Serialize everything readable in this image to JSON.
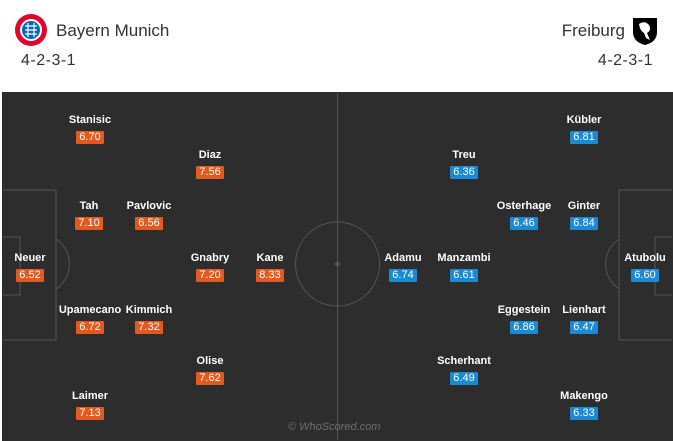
{
  "colors": {
    "home_rating": "#e35a1f",
    "away_rating": "#1a8ad4",
    "pitch": "#2d2d2d"
  },
  "home": {
    "name": "Bayern Munich",
    "formation": "4-2-3-1",
    "logo_icon": "bayern-munich-crest",
    "players": [
      {
        "name": "Neuer",
        "rating": "6.52"
      },
      {
        "name": "Stanisic",
        "rating": "6.70"
      },
      {
        "name": "Tah",
        "rating": "7.10"
      },
      {
        "name": "Upamecano",
        "rating": "6.72"
      },
      {
        "name": "Laimer",
        "rating": "7.13"
      },
      {
        "name": "Pavlovic",
        "rating": "6.56"
      },
      {
        "name": "Kimmich",
        "rating": "7.32"
      },
      {
        "name": "Diaz",
        "rating": "7.56"
      },
      {
        "name": "Gnabry",
        "rating": "7.20"
      },
      {
        "name": "Olise",
        "rating": "7.62"
      },
      {
        "name": "Kane",
        "rating": "8.33"
      }
    ]
  },
  "away": {
    "name": "Freiburg",
    "formation": "4-2-3-1",
    "logo_icon": "freiburg-crest",
    "players": [
      {
        "name": "Atubolu",
        "rating": "6.60"
      },
      {
        "name": "Kübler",
        "rating": "6.81"
      },
      {
        "name": "Ginter",
        "rating": "6.84"
      },
      {
        "name": "Lienhart",
        "rating": "6.47"
      },
      {
        "name": "Makengo",
        "rating": "6.33"
      },
      {
        "name": "Osterhage",
        "rating": "6.46"
      },
      {
        "name": "Eggestein",
        "rating": "6.86"
      },
      {
        "name": "Treu",
        "rating": "6.36"
      },
      {
        "name": "Manzambi",
        "rating": "6.61"
      },
      {
        "name": "Scherhant",
        "rating": "6.49"
      },
      {
        "name": "Adamu",
        "rating": "6.74"
      }
    ]
  },
  "watermark": "© WhoScored.com"
}
